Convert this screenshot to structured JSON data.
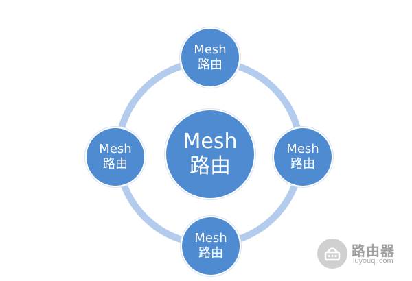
{
  "diagram": {
    "center": {
      "line1": "Mesh",
      "line2": "路由"
    },
    "nodes": {
      "top": {
        "line1": "Mesh",
        "line2": "路由"
      },
      "left": {
        "line1": "Mesh",
        "line2": "路由"
      },
      "right": {
        "line1": "Mesh",
        "line2": "路由"
      },
      "bottom": {
        "line1": "Mesh",
        "line2": "路由"
      }
    }
  },
  "watermark": {
    "title": "路由器",
    "subtitle": "luyouqi.com"
  },
  "colors": {
    "node_fill": "#4f8bd0",
    "ring": "#b3cced",
    "background": "#ffffff"
  }
}
